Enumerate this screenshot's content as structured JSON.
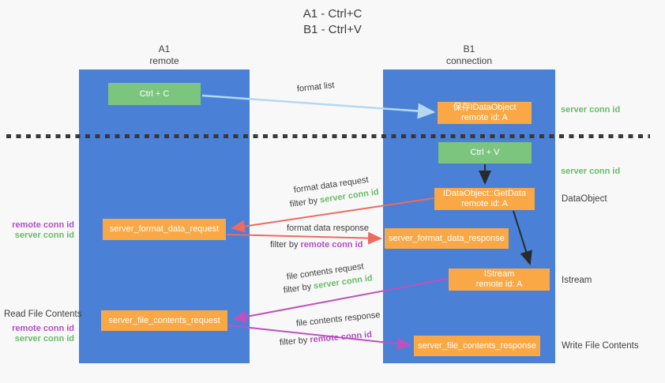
{
  "title": {
    "line1": "A1 - Ctrl+C",
    "line2": "B1 - Ctrl+V"
  },
  "lifelines": {
    "left": {
      "name": "A1",
      "role": "remote"
    },
    "right": {
      "name": "B1",
      "role": "connection"
    }
  },
  "boxes": {
    "ctrl_c": "Ctrl + C",
    "save_idataobject": {
      "line1": "保存IDataObject",
      "line2": "remote id: A"
    },
    "ctrl_v": "Ctrl + V",
    "getdata": {
      "line1": "IDataObject::GetData",
      "line2": "remote id: A"
    },
    "format_request": "server_format_data_request",
    "format_response": "server_format_data_response",
    "istream": {
      "line1": "IStream",
      "line2": "remote id: A"
    },
    "file_request": "server_file_contents_request",
    "file_response": "server_file_contents_response"
  },
  "flow_labels": {
    "format_list": "format list",
    "format_data_request": "format data request",
    "format_data_response": "format data response",
    "file_contents_request": "file contents request",
    "file_contents_response": "file contents response",
    "filter_by": "filter by ",
    "server_conn_id": "server conn id",
    "remote_conn_id": "remote conn id"
  },
  "side_labels": {
    "right_server_conn_id_top": "server conn id",
    "right_server_conn_id_mid": "server conn id",
    "dataobject": "DataObject",
    "istream": "Istream",
    "write_file_contents": "Write File Contents",
    "left_remote_conn_id_mid": "remote conn id",
    "left_server_conn_id_mid": "server conn id",
    "read_file_contents": "Read File Contents",
    "left_remote_conn_id_bottom": "remote conn id",
    "left_server_conn_id_bottom": "server conn id"
  },
  "colors": {
    "lifeline_blue": "#4a80d6",
    "box_green": "#7cc57f",
    "box_orange": "#f9a845",
    "text_green": "#67bd66",
    "text_purple": "#b14fc6",
    "arrow_lightblue": "#b5d8f2",
    "arrow_red": "#ee6a5f",
    "arrow_magenta": "#bf51be",
    "arrow_black": "#2a2a2a"
  }
}
